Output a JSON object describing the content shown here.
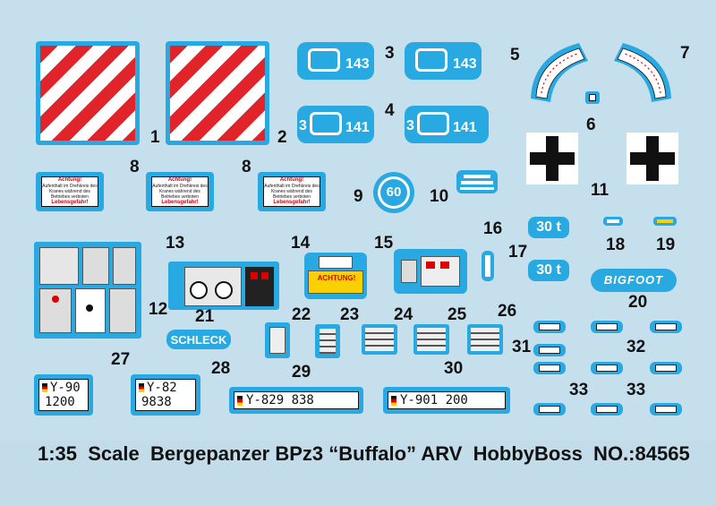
{
  "labels": {
    "n1": "1",
    "n2": "2",
    "n3": "3",
    "n4": "4",
    "n5": "5",
    "n6": "6",
    "n7": "7",
    "n8a": "8",
    "n8b": "8",
    "n9": "9",
    "n10": "10",
    "n11": "11",
    "n12": "12",
    "n13": "13",
    "n14": "14",
    "n15": "15",
    "n16": "16",
    "n17": "17",
    "n18": "18",
    "n19": "19",
    "n20": "20",
    "n21": "21",
    "n22": "22",
    "n23": "23",
    "n24": "24",
    "n25": "25",
    "n26": "26",
    "n27": "27",
    "n28": "28",
    "n29": "29",
    "n30": "30",
    "n31": "31",
    "n32": "32",
    "n33a": "33",
    "n33b": "33"
  },
  "decals": {
    "load_143_left": "143",
    "load_143_right": "143",
    "load_3_left": "3",
    "load_141_left": "141",
    "load_3_right": "3",
    "load_141_right": "141",
    "speed": "60",
    "tonnage_top": "30 t",
    "tonnage_bottom": "30 t",
    "bigfoot": "BIGFOOT",
    "schleck": "SCHLECK",
    "achtung_sign": "ACHTUNG!",
    "warning_title": "Achtung!",
    "warning_body": "Aufenthalt im Drehkreis des Kranes während des Betriebes verboten",
    "warning_footer": "Lebensgefahr!"
  },
  "plates": {
    "p27_top": "Y-90",
    "p27_bottom": "1200",
    "p28_top": "Y-82",
    "p28_bottom": "9838",
    "p29": "Y-829 838",
    "p30": "Y-901 200"
  },
  "caption": "1:35  Scale  Bergepanzer BPz3 “Buffalo” ARV  HobbyBoss  NO.:84565",
  "colors": {
    "background": "#c5dfec",
    "decal_blue": "#29a9e1",
    "stripe_red": "#e0242a"
  }
}
